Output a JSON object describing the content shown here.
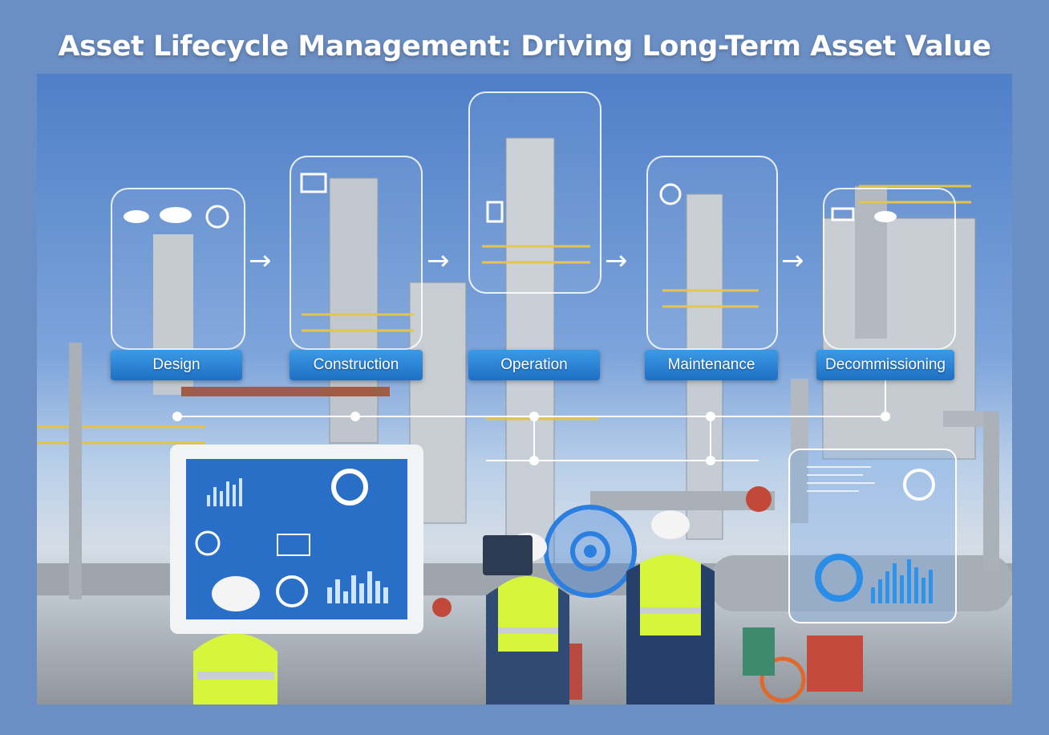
{
  "title": "Asset Lifecycle Management: Driving Long-Term Asset Value",
  "stages": [
    {
      "label": "Design"
    },
    {
      "label": "Construction"
    },
    {
      "label": "Operation"
    },
    {
      "label": "Maintenance"
    },
    {
      "label": "Decommissioning"
    }
  ],
  "colors": {
    "page_background": "#6b8fc4",
    "stage_label": "#2b83d6",
    "vest": "#d7f53b"
  }
}
